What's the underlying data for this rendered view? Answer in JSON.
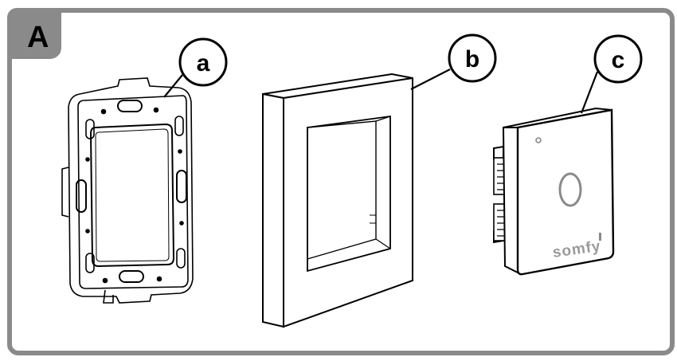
{
  "panel": {
    "label": "A"
  },
  "callouts": [
    {
      "id": "a",
      "label": "a"
    },
    {
      "id": "b",
      "label": "b"
    },
    {
      "id": "c",
      "label": "c"
    }
  ],
  "device": {
    "logo": "somfy"
  },
  "colors": {
    "frame_gray": "#8a8a8a",
    "line_black": "#000000"
  }
}
